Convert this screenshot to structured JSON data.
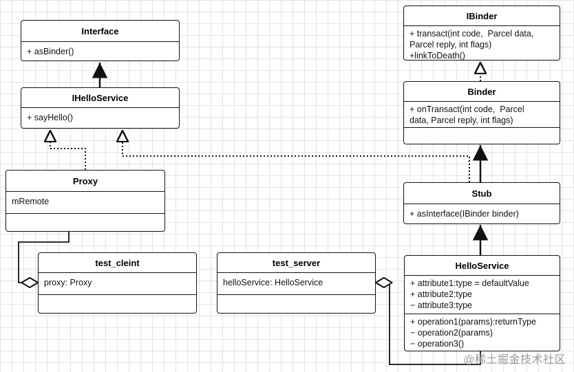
{
  "classes": {
    "interface": {
      "name": "Interface",
      "methods": [
        "+ asBinder()"
      ]
    },
    "ibinder": {
      "name": "IBinder",
      "methods": [
        "+ transact(int code,  Parcel data,",
        "Parcel reply, int flags)",
        "+linkToDeath()"
      ]
    },
    "ihelloservice": {
      "name": "IHelloService",
      "methods": [
        "+ sayHello()"
      ]
    },
    "binder": {
      "name": "Binder",
      "methods": [
        "+ onTransact(int code,  Parcel",
        "data, Parcel reply, int flags)"
      ]
    },
    "proxy": {
      "name": "Proxy",
      "attributes": [
        "mRemote"
      ]
    },
    "stub": {
      "name": "Stub",
      "methods": [
        "+ asInterface(IBinder binder)"
      ]
    },
    "test_client": {
      "name": "test_cleint",
      "attributes": [
        "proxy: Proxy"
      ]
    },
    "test_server": {
      "name": "test_server",
      "attributes": [
        "helloService: HelloService"
      ]
    },
    "helloservice": {
      "name": "HelloService",
      "attributes": [
        "+ attribute1:type = defaultValue",
        "+ attribute2:type",
        "− attribute3:type"
      ],
      "methods": [
        "+ operation1(params):returnType",
        "− operation2(params)",
        "− operation3()"
      ]
    }
  },
  "watermark": "@稀土掘金技术社区",
  "colors": {
    "line": "#111111",
    "grid": "#e3e3e3",
    "watermark": "#9a9a9a"
  }
}
